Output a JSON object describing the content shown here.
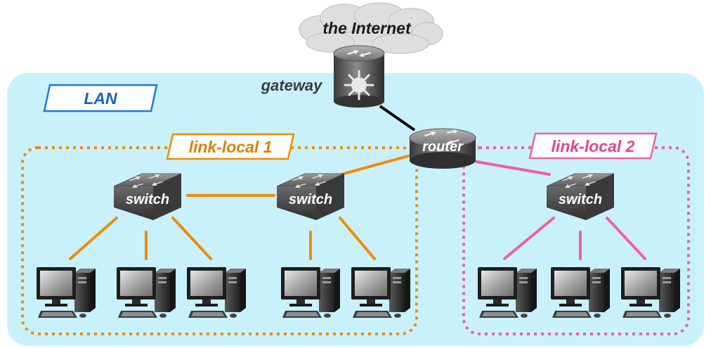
{
  "labels": {
    "internet": "the Internet",
    "gateway": "gateway",
    "router": "router",
    "lan": "LAN",
    "link_local_1": "link-local 1",
    "link_local_2": "link-local 2",
    "switch": "switch"
  },
  "colors": {
    "lan_background": "#c9f1fb",
    "lan_border": "#1a78e0",
    "link_local_1": "#f08c00",
    "link_local_2": "#f0609f",
    "uplink": "#000000",
    "cloud": "#dedede"
  },
  "nodes": {
    "gateway": {
      "icon": "core-router-icon"
    },
    "router": {
      "icon": "router-icon"
    },
    "switches": [
      {
        "id": "switch-1",
        "group": "link-local 1"
      },
      {
        "id": "switch-2",
        "group": "link-local 1"
      },
      {
        "id": "switch-3",
        "group": "link-local 2"
      }
    ],
    "computers": [
      {
        "id": "pc-1",
        "switch": "switch-1"
      },
      {
        "id": "pc-2",
        "switch": "switch-1"
      },
      {
        "id": "pc-3",
        "switch": "switch-1"
      },
      {
        "id": "pc-4",
        "switch": "switch-2"
      },
      {
        "id": "pc-5",
        "switch": "switch-2"
      },
      {
        "id": "pc-6",
        "switch": "switch-3"
      },
      {
        "id": "pc-7",
        "switch": "switch-3"
      },
      {
        "id": "pc-8",
        "switch": "switch-3"
      }
    ]
  }
}
